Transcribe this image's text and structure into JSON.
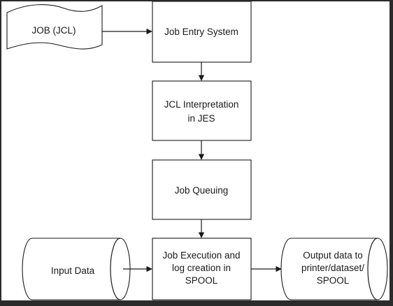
{
  "diagram": {
    "nodes": {
      "job_jcl": {
        "lines": [
          "JOB (JCL)"
        ]
      },
      "job_entry_system": {
        "lines": [
          "Job Entry System"
        ]
      },
      "jcl_interpretation": {
        "lines": [
          "JCL Interpretation",
          "in JES"
        ]
      },
      "job_queuing": {
        "lines": [
          "Job Queuing"
        ]
      },
      "job_execution": {
        "lines": [
          "Job Execution and",
          "log creation in",
          "SPOOL"
        ]
      },
      "input_data": {
        "lines": [
          "Input Data"
        ]
      },
      "output_data": {
        "lines": [
          "Output data to",
          "printer/dataset/",
          "SPOOL"
        ]
      }
    },
    "edges": [
      {
        "from": "job_jcl",
        "to": "job_entry_system"
      },
      {
        "from": "job_entry_system",
        "to": "jcl_interpretation"
      },
      {
        "from": "jcl_interpretation",
        "to": "job_queuing"
      },
      {
        "from": "job_queuing",
        "to": "job_execution"
      },
      {
        "from": "input_data",
        "to": "job_execution"
      },
      {
        "from": "job_execution",
        "to": "output_data"
      }
    ]
  }
}
